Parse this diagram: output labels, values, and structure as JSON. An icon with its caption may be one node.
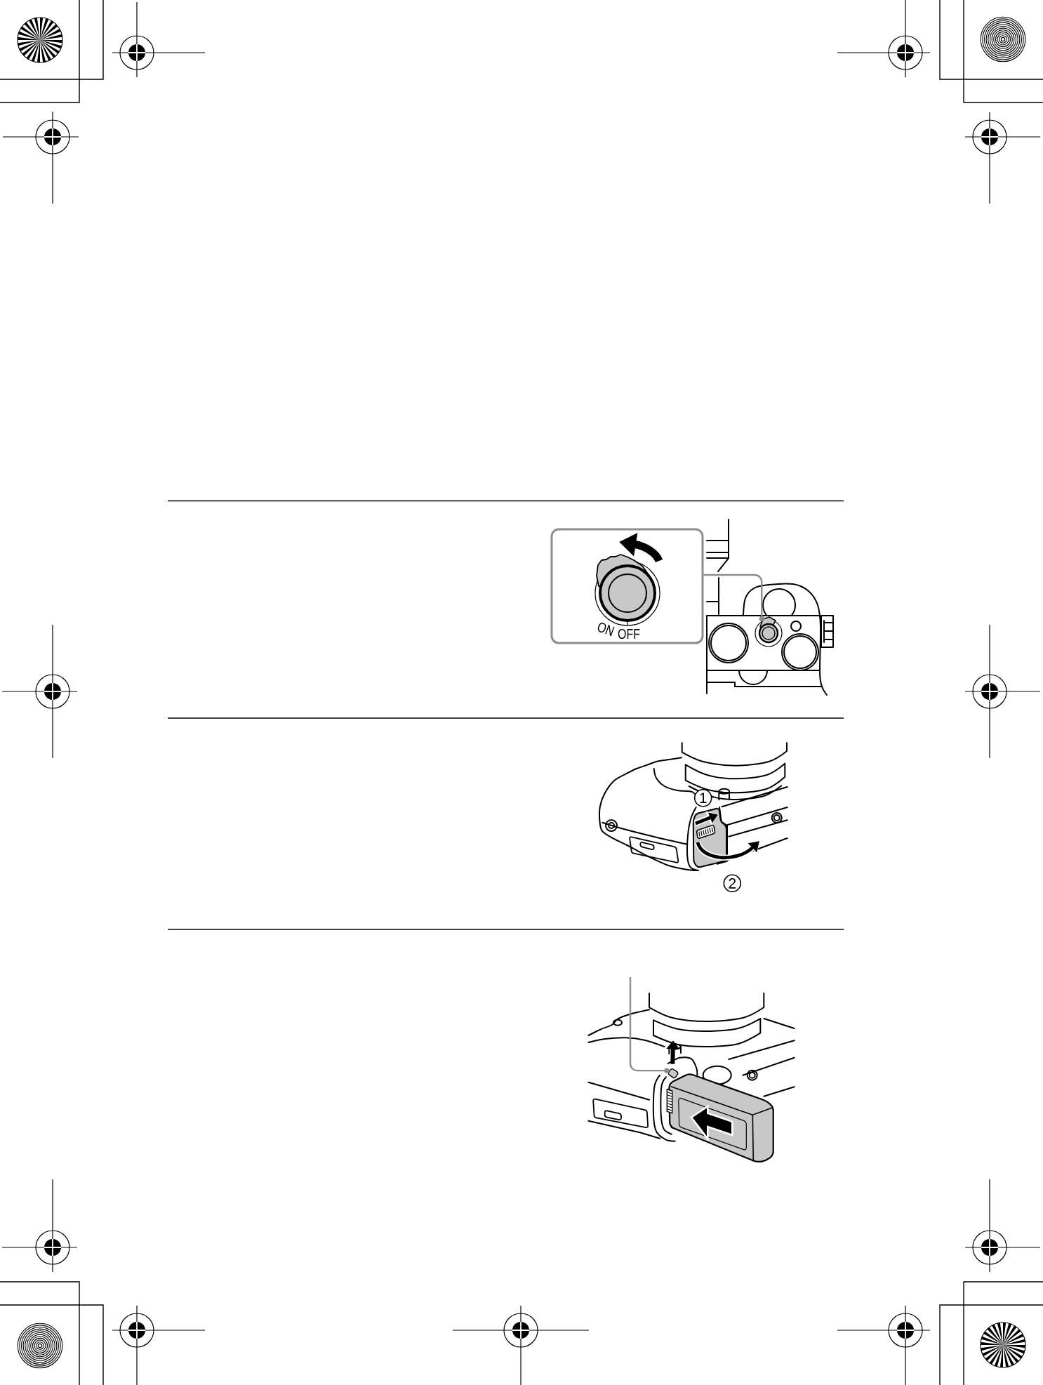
{
  "diagram": {
    "nodes": [
      {
        "text": [
          "ON",
          "OFF"
        ]
      },
      {
        "text": [],
        "shape": "picture"
      },
      {
        "text": [],
        "shape": "picture"
      }
    ],
    "edges": [
      {
        "from": 0,
        "to": 1,
        "arrow": "to"
      },
      {
        "from": null,
        "to": 2,
        "arrow": "to"
      }
    ],
    "labels": [
      "1",
      "2"
    ]
  }
}
